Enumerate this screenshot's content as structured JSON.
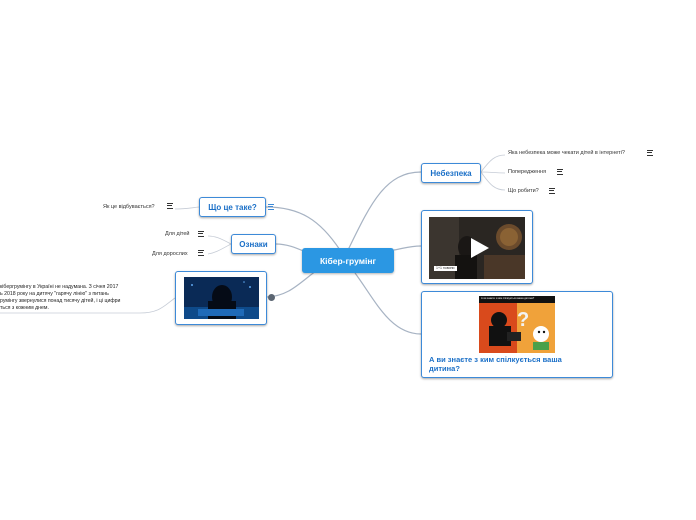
{
  "root": {
    "label": "Кібер-грумінг"
  },
  "nodes": {
    "danger": {
      "label": "Небезпека"
    },
    "what": {
      "label": "Що це таке?"
    },
    "signs": {
      "label": "Ознаки"
    },
    "know": {
      "caption": "А ви знаєте з ким спілкується ваша дитина?"
    }
  },
  "leaves": {
    "danger_children": [
      {
        "label": "Яка небезпека може чекати дітей в інтернеті?"
      },
      {
        "label": "Попередження"
      },
      {
        "label": "Що робити?"
      }
    ],
    "what_children": [
      {
        "label": "Як це відбувається?"
      }
    ],
    "signs_children": [
      {
        "label": "Для дітей"
      },
      {
        "label": "Для дорослих"
      }
    ]
  },
  "image_node": {
    "text_lines": [
      "кібергрумінгу в Україні не надумана. З січня 2017",
      "ь 2018 року на дитячу \"гарячу лінію\" з питань",
      "румінгу звернулися понад тисячу дітей, і ці цифри",
      "ться з кожним днем."
    ]
  },
  "video": {
    "channel_badge": "1+1 новини"
  },
  "thumbnail": {
    "header": "А ви знаєте з ким спілкується ваша дитина?"
  },
  "colors": {
    "accent": "#2b97e3",
    "border": "#3d8ad8",
    "link": "#a7b3c3"
  },
  "icons": [
    "note-icon",
    "globe-icon",
    "play-icon"
  ]
}
